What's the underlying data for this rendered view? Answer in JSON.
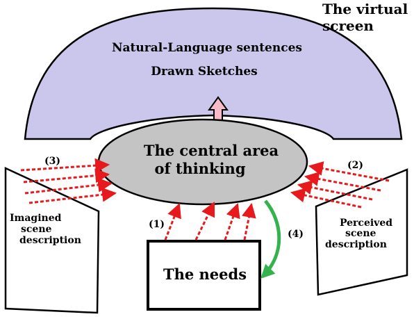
{
  "title_lines": [
    "The virtual",
    "screen"
  ],
  "screen_lines": [
    "Natural-Language sentences",
    "Drawn Sketches"
  ],
  "center_lines": [
    "The central area",
    "of thinking"
  ],
  "left_panel_lines": [
    "Imagined",
    "scene",
    "description"
  ],
  "right_panel_lines": [
    "Perceived",
    "scene",
    "description"
  ],
  "needs_label": "The needs",
  "arrow_labels": {
    "one": "(1)",
    "two": "(2)",
    "three": "(3)",
    "four": "(4)"
  },
  "colors": {
    "screen_fill": "#cbc6ec",
    "center_fill": "#c4c4c4",
    "dashed_arrow": "#e8191c",
    "up_arrow": "#f8b9c8",
    "green_arrow": "#34b24b"
  }
}
